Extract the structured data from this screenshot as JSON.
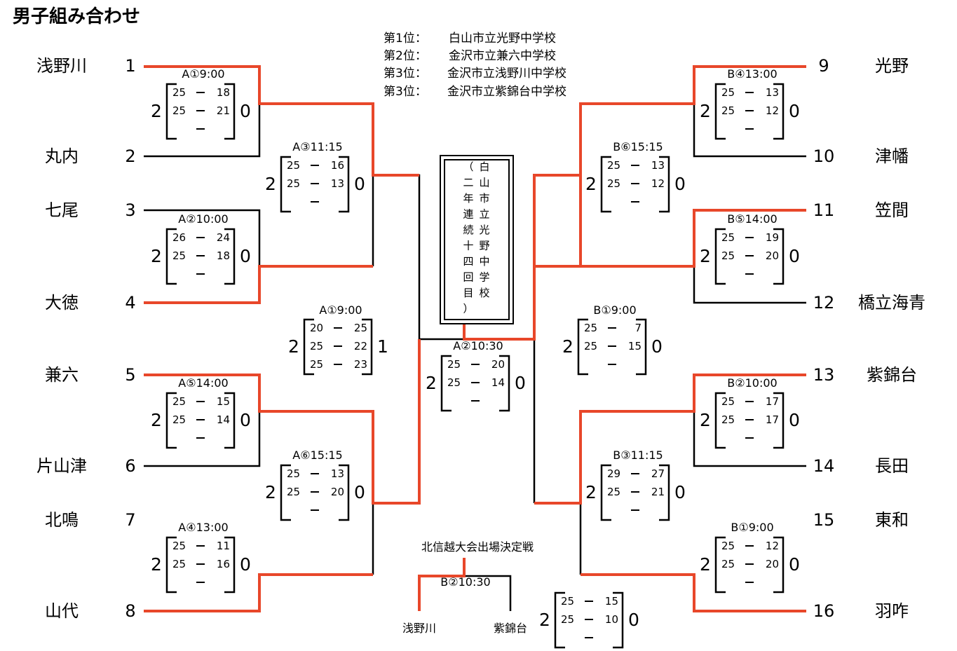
{
  "title": "男子組み合わせ",
  "rankings": [
    {
      "place": "第1位：",
      "school": "白山市立光野中学校"
    },
    {
      "place": "第2位：",
      "school": "金沢市立兼六中学校"
    },
    {
      "place": "第3位：",
      "school": "金沢市立浅野川中学校"
    },
    {
      "place": "第3位：",
      "school": "金沢市立紫錦台中学校"
    }
  ],
  "champion_box": {
    "col1": "白山市立光野中学校",
    "col2": "（二年連続十四回目）"
  },
  "teams_left": [
    {
      "name": "浅野川",
      "num": "1"
    },
    {
      "name": "丸内",
      "num": "2"
    },
    {
      "name": "七尾",
      "num": "3"
    },
    {
      "name": "大徳",
      "num": "4"
    },
    {
      "name": "兼六",
      "num": "5"
    },
    {
      "name": "片山津",
      "num": "6"
    },
    {
      "name": "北鳴",
      "num": "7"
    },
    {
      "name": "山代",
      "num": "8"
    }
  ],
  "teams_right": [
    {
      "name": "光野",
      "num": "9"
    },
    {
      "name": "津幡",
      "num": "10"
    },
    {
      "name": "笠間",
      "num": "11"
    },
    {
      "name": "橋立海青",
      "num": "12"
    },
    {
      "name": "紫錦台",
      "num": "13"
    },
    {
      "name": "長田",
      "num": "14"
    },
    {
      "name": "東和",
      "num": "15"
    },
    {
      "name": "羽咋",
      "num": "16"
    }
  ],
  "matches": [
    {
      "label": "A①9:00",
      "sets": [
        [
          "25",
          "18"
        ],
        [
          "25",
          "21"
        ],
        [
          "",
          ""
        ]
      ],
      "win_l": "2",
      "win_r": "0"
    },
    {
      "label": "A②10:00",
      "sets": [
        [
          "26",
          "24"
        ],
        [
          "25",
          "18"
        ],
        [
          "",
          ""
        ]
      ],
      "win_l": "2",
      "win_r": "0"
    },
    {
      "label": "A⑤14:00",
      "sets": [
        [
          "25",
          "15"
        ],
        [
          "25",
          "14"
        ],
        [
          "",
          ""
        ]
      ],
      "win_l": "2",
      "win_r": "0"
    },
    {
      "label": "A④13:00",
      "sets": [
        [
          "25",
          "11"
        ],
        [
          "25",
          "16"
        ],
        [
          "",
          ""
        ]
      ],
      "win_l": "2",
      "win_r": "0"
    },
    {
      "label": "A③11:15",
      "sets": [
        [
          "25",
          "16"
        ],
        [
          "25",
          "13"
        ],
        [
          "",
          ""
        ]
      ],
      "win_l": "2",
      "win_r": "0"
    },
    {
      "label": "A⑥15:15",
      "sets": [
        [
          "25",
          "13"
        ],
        [
          "25",
          "20"
        ],
        [
          "",
          ""
        ]
      ],
      "win_l": "2",
      "win_r": "0"
    },
    {
      "label": "A①9:00",
      "sets": [
        [
          "20",
          "25"
        ],
        [
          "25",
          "22"
        ],
        [
          "25",
          "23"
        ]
      ],
      "win_l": "2",
      "win_r": "1"
    },
    {
      "label": "A②10:30",
      "sets": [
        [
          "25",
          "20"
        ],
        [
          "25",
          "14"
        ],
        [
          "",
          ""
        ]
      ],
      "win_l": "2",
      "win_r": "0"
    },
    {
      "label": "B④13:00",
      "sets": [
        [
          "25",
          "13"
        ],
        [
          "25",
          "12"
        ],
        [
          "",
          ""
        ]
      ],
      "win_l": "2",
      "win_r": "0"
    },
    {
      "label": "B⑤14:00",
      "sets": [
        [
          "25",
          "19"
        ],
        [
          "25",
          "20"
        ],
        [
          "",
          ""
        ]
      ],
      "win_l": "2",
      "win_r": "0"
    },
    {
      "label": "B②10:00",
      "sets": [
        [
          "25",
          "17"
        ],
        [
          "25",
          "17"
        ],
        [
          "",
          ""
        ]
      ],
      "win_l": "2",
      "win_r": "0"
    },
    {
      "label": "B①9:00",
      "sets": [
        [
          "25",
          "12"
        ],
        [
          "25",
          "20"
        ],
        [
          "",
          ""
        ]
      ],
      "win_l": "2",
      "win_r": "0"
    },
    {
      "label": "B⑥15:15",
      "sets": [
        [
          "25",
          "13"
        ],
        [
          "25",
          "12"
        ],
        [
          "",
          ""
        ]
      ],
      "win_l": "2",
      "win_r": "0"
    },
    {
      "label": "B③11:15",
      "sets": [
        [
          "29",
          "27"
        ],
        [
          "25",
          "21"
        ],
        [
          "",
          ""
        ]
      ],
      "win_l": "2",
      "win_r": "0"
    },
    {
      "label": "B①9:00",
      "sets": [
        [
          "25",
          "7"
        ],
        [
          "25",
          "15"
        ],
        [
          "",
          ""
        ]
      ],
      "win_l": "2",
      "win_r": "0"
    },
    {
      "label": "B②10:30",
      "sets": [
        [
          "25",
          "15"
        ],
        [
          "25",
          "10"
        ],
        [
          "",
          ""
        ]
      ],
      "win_l": "2",
      "win_r": "0"
    }
  ],
  "playoff": {
    "title": "北信越大会出場決定戦",
    "left": "浅野川",
    "right": "紫錦台"
  },
  "colors": {
    "winner": "#e8472a",
    "line": "#000000"
  }
}
